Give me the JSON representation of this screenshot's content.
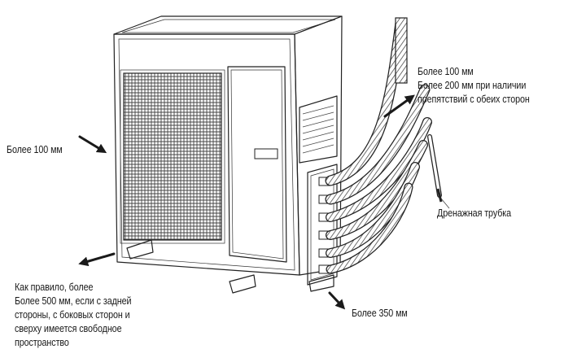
{
  "labels": {
    "top_right": [
      "Более 100 мм",
      "Более 200 мм при наличии",
      "препятствий с обеих сторон"
    ],
    "left": [
      "Более 100 мм"
    ],
    "drain": [
      "Дренажная трубка"
    ],
    "bottom_left": [
      "Как правило, более",
      "Более 500 мм, если с задней",
      "стороны, с боковых сторон и",
      "сверху имеется свободное",
      "пространство"
    ],
    "bottom_right": [
      "Более 350 мм"
    ]
  },
  "colors": {
    "line": "#222222",
    "arrow": "#1a1a1a",
    "background": "#ffffff"
  }
}
